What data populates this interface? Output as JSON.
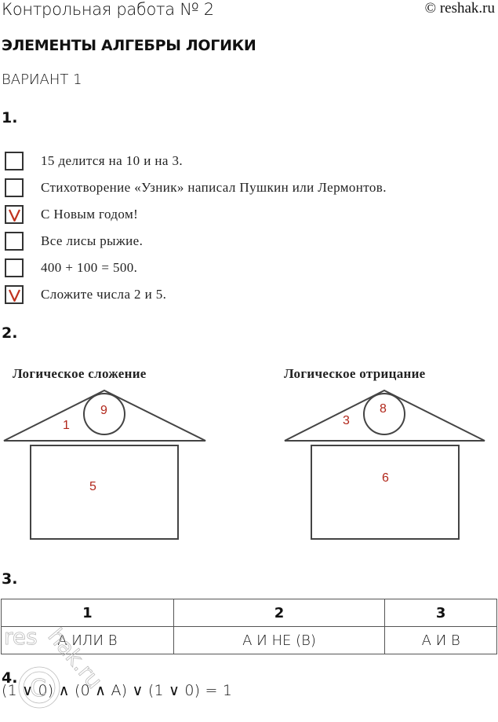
{
  "header": {
    "title": "Контрольная работа № 2",
    "site": "© reshak.ru"
  },
  "section_title": "ЭЛЕМЕНТЫ АЛГЕБРЫ ЛОГИКИ",
  "variant": "ВАРИАНТ 1",
  "tasks": {
    "t1": {
      "number": "1.",
      "items": [
        {
          "text": "15 делится на 10 и на 3.",
          "checked": false
        },
        {
          "text": "Стихотворение «Узник» написал Пушкин или Лермонтов.",
          "checked": false
        },
        {
          "text": "С Новым годом!",
          "checked": true
        },
        {
          "text": "Все лисы рыжие.",
          "checked": false
        },
        {
          "text": "400 + 100 = 500.",
          "checked": false
        },
        {
          "text": "Сложите числа 2 и 5.",
          "checked": true
        }
      ],
      "check_mark": "V",
      "check_color": "#c0321e"
    },
    "t2": {
      "number": "2.",
      "houses": [
        {
          "title": "Логическое сложение",
          "roof_number": "1",
          "circle_number": "9",
          "body_number": "5"
        },
        {
          "title": "Логическое отрицание",
          "roof_number": "3",
          "circle_number": "8",
          "body_number": "6"
        }
      ],
      "number_color": "#b1261a"
    },
    "t3": {
      "number": "3.",
      "headers": [
        "1",
        "2",
        "3"
      ],
      "values": [
        "А ИЛИ В",
        "А И НЕ (В)",
        "А И В"
      ]
    },
    "t4": {
      "number": "4.",
      "formula": "(1 ∨ 0) ∧ (0 ∧ A) ∨ (1 ∨ 0) = 1"
    }
  },
  "watermark": "reshak.ru"
}
